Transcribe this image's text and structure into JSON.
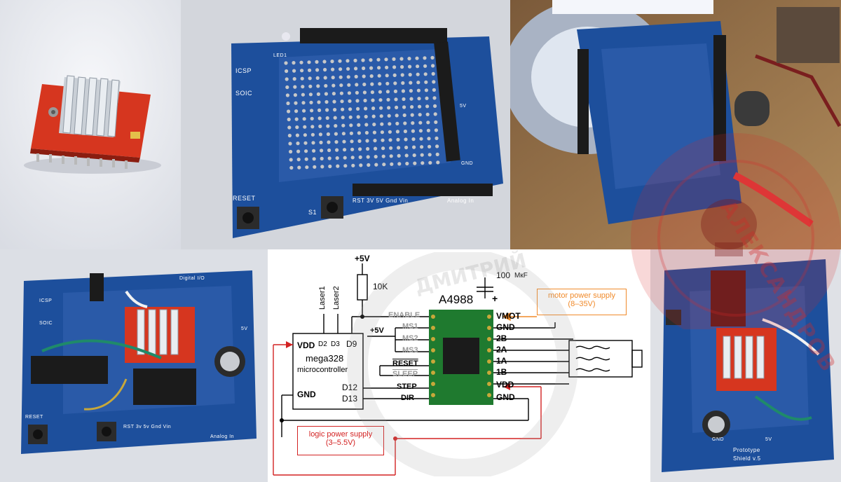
{
  "panels": {
    "driver_photo": {
      "description_icon": "a4988-driver-icon"
    },
    "shield_photo": {
      "labels": {
        "icsp": "ICSP",
        "soic": "SOIC",
        "led1": "LED1",
        "reset": "RESET",
        "s1": "S1",
        "gnd": "GND",
        "fivev": "5V",
        "power_row": "RST 3V 5V Gnd Vin",
        "analog": "Analog In"
      }
    },
    "soldering_photo": {},
    "assembled_photo": {
      "labels": {
        "icsp": "ICSP",
        "soic": "SOIC",
        "reset": "RESET",
        "digital": "Digital I/O",
        "power_row": "RST 3v 5v Gnd Vin",
        "analog": "Analog In",
        "fivev": "5V"
      }
    },
    "side_photo": {
      "labels": {
        "gnd": "GND",
        "fivev": "5V",
        "proto": "Prototype",
        "shield": "Shield v.5"
      }
    }
  },
  "schematic": {
    "vcc_top": "+5V",
    "resistor": "10K",
    "capacitor": "100",
    "cap_unit": "МкF",
    "cap_plus": "+",
    "chip_name": "A4988",
    "laser1": "Laser1",
    "laser2": "Laser2",
    "mcu": {
      "vdd": "VDD",
      "d2": "D2",
      "d3": "D3",
      "d9": "D9",
      "name": "mega328",
      "sub": "microcontroller",
      "d12": "D12",
      "d13": "D13",
      "gnd": "GND"
    },
    "left_pins": {
      "enable": "ENABLE",
      "ms1": "MS1",
      "ms2": "MS2",
      "ms3": "MS3",
      "reset": "RESET",
      "sleep": "SLEEP",
      "step": "STEP",
      "dir": "DIR"
    },
    "ms_vcc": "+5V",
    "right_pins": {
      "vmot": "VMOT",
      "gnd1": "GND",
      "b2": "2B",
      "a2": "2A",
      "a1": "1A",
      "b1": "1B",
      "vdd": "VDD",
      "gnd2": "GND"
    },
    "motor_supply": {
      "title": "motor power supply",
      "range": "(8–35V)"
    },
    "logic_supply": {
      "title": "logic power supply",
      "range": "(3–5.5V)"
    }
  },
  "watermark": {
    "ring_text": "АЛЕКСАНДРОВ",
    "ring_text2": "ДМИТРИЙ"
  },
  "colors": {
    "pcb_blue": "#1d4f9c",
    "driver_red": "#d6361f",
    "heatsink": "#c9cfd6",
    "header_black": "#1b1b1b",
    "motor_orange": "#f08a2a",
    "logic_red": "#d32222",
    "driver_green": "#1f7a2f",
    "watermark": "#d32828"
  }
}
